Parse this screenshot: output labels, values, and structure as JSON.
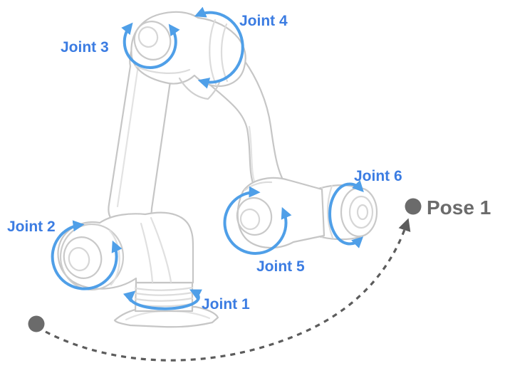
{
  "diagram": {
    "labels": {
      "joint1": "Joint 1",
      "joint2": "Joint 2",
      "joint3": "Joint 3",
      "joint4": "Joint 4",
      "joint5": "Joint 5",
      "joint6": "Joint 6",
      "pose1": "Pose 1"
    },
    "colors": {
      "label_blue": "#3B7CE2",
      "arrow_blue": "#4F9FE8",
      "robot_outline_gray": "#C6C6C6",
      "robot_detail_gray": "#DCDCDC",
      "path_gray": "#5C5C5C",
      "dot_gray": "#6B6B6B",
      "background": "#FFFFFF"
    }
  }
}
